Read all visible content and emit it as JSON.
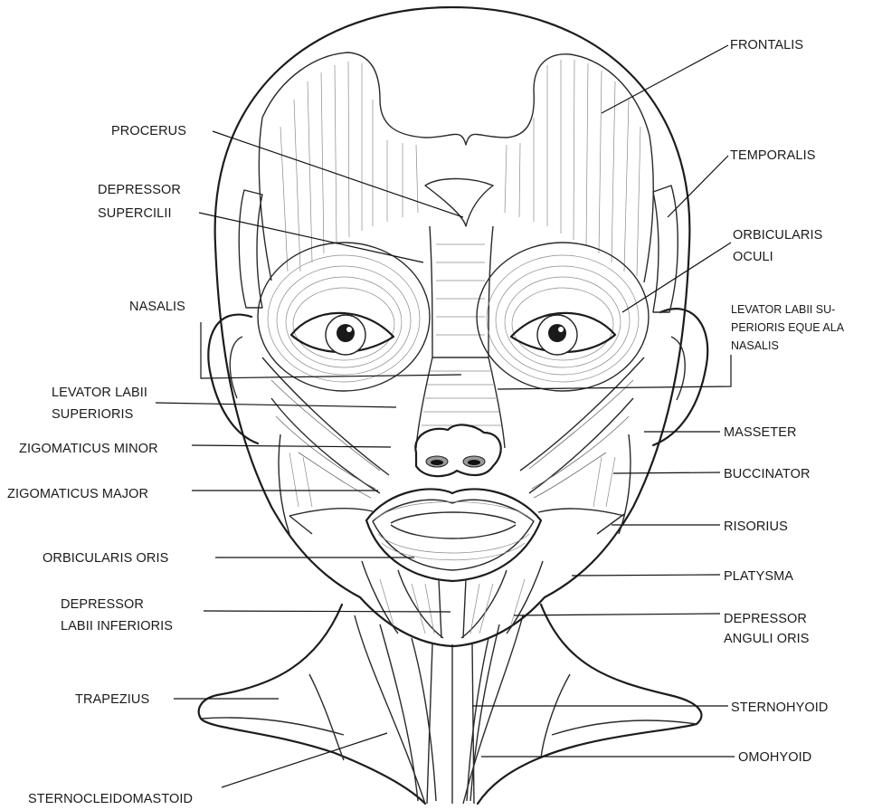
{
  "labels": {
    "frontalis": "FRONTALIS",
    "procerus": "PROCERUS",
    "temporalis": "TEMPORALIS",
    "depressor_supercilii_1": "DEPRESSOR",
    "depressor_supercilii_2": "SUPERCILII",
    "orbicularis_oculi_1": "ORBICULARIS",
    "orbicularis_oculi_2": "OCULI",
    "nasalis": "NASALIS",
    "levator_alaeque_1": "LEVATOR LABII SU-",
    "levator_alaeque_2": "PERIORIS EQUE ALA",
    "levator_alaeque_3": "NASALIS",
    "levator_labii_sup_1": "LEVATOR LABII",
    "levator_labii_sup_2": "SUPERIORIS",
    "zigomaticus_minor": "ZIGOMATICUS MINOR",
    "masseter": "MASSETER",
    "buccinator": "BUCCINATOR",
    "zigomaticus_major": "ZIGOMATICUS MAJOR",
    "risorius": "RISORIUS",
    "orbicularis_oris": "ORBICULARIS ORIS",
    "platysma": "PLATYSMA",
    "depressor_labii_inf_1": "DEPRESSOR",
    "depressor_labii_inf_2": "LABII INFERIORIS",
    "depressor_anguli_1": "DEPRESSOR",
    "depressor_anguli_2": "ANGULI ORIS",
    "trapezius": "TRAPEZIUS",
    "sternohyoid": "STERNOHYOID",
    "omohyoid": "OMOHYOID",
    "sternocleidomastoid": "STERNOCLEIDOMASTOID"
  },
  "colors": {
    "line": "#111111",
    "fiber": "#8a8a8a",
    "nostril_shade": "#9a9a9a"
  }
}
